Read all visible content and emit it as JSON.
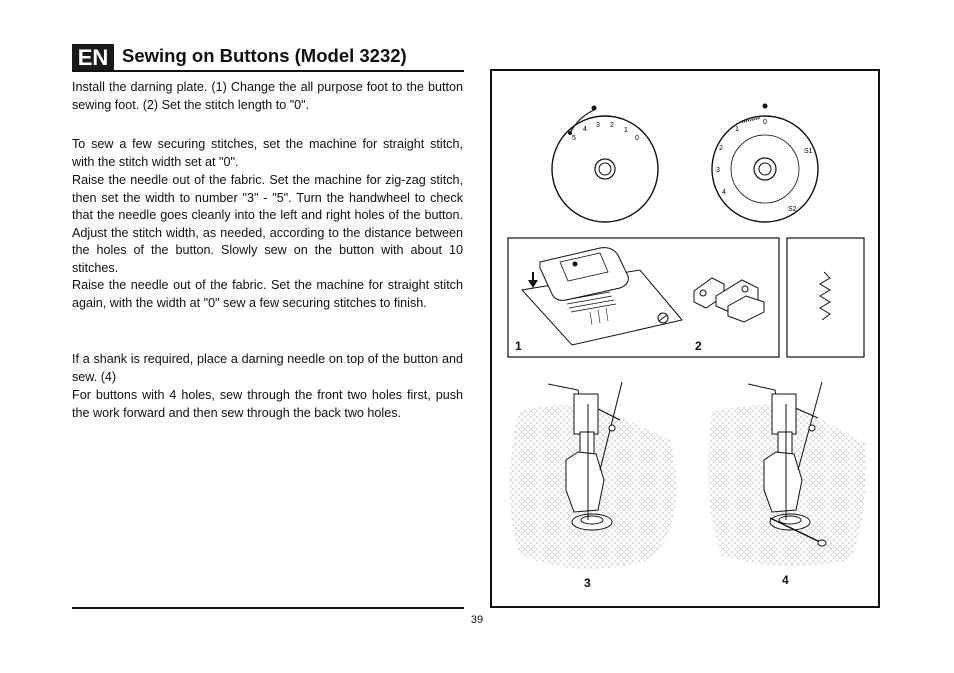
{
  "header": {
    "language_badge": "EN",
    "title": "Sewing on Buttons (Model 3232)"
  },
  "paragraphs": [
    "Install the darning plate. (1) Change the all purpose foot to the button sewing foot. (2) Set the stitch length to \"0\".",
    "To sew a few securing stitches, set the machine for straight stitch, with the stitch width set at \"0\".",
    "Raise the needle out of the fabric. Set the machine for zig-zag stitch, then set the width to number \"3\" - \"5\". Turn the handwheel to check that the needle goes cleanly into the left and right holes of the button. Adjust the stitch width, as needed, according to the distance between the holes of the button. Slowly sew on the button with about 10 stitches.",
    "Raise the needle out of the fabric. Set the machine for straight stitch again, with the width at \"0\" sew a few securing stitches to finish.",
    "If a shank is required, place a darning needle on top of the button and sew. (4)",
    "For buttons with 4 holes, sew through the front two holes first, push the work forward and then sew through the back two holes."
  ],
  "figure": {
    "labels": [
      "1",
      "2",
      "3",
      "4"
    ],
    "dial_left_numbers": [
      "5",
      "4",
      "3",
      "2",
      "1",
      "0"
    ],
    "dial_right_numbers": [
      "0",
      "1",
      "2",
      "3",
      "4",
      "S1",
      "S2"
    ]
  },
  "footer": {
    "page_number": "39"
  }
}
